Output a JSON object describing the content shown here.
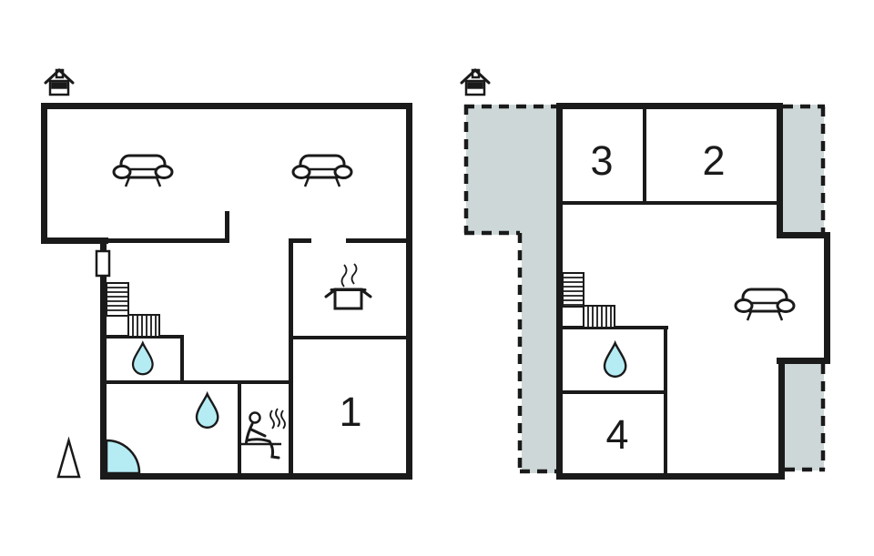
{
  "colors": {
    "wall": "#1a1a1a",
    "terrace": "#cdd7d7",
    "water": "#b5ecf4",
    "bg": "#ffffff"
  },
  "plans": {
    "left": {
      "rooms": [
        {
          "label": "1"
        }
      ],
      "icons": [
        "entrance-house-icon",
        "sofa-icon",
        "sofa-icon",
        "window-icon",
        "stairs-icon",
        "water-drop-icon",
        "water-drop-icon",
        "corner-shower-icon",
        "sauna-icon",
        "cooking-pot-icon",
        "north-triangle-icon"
      ]
    },
    "right": {
      "rooms": [
        {
          "label": "3"
        },
        {
          "label": "2"
        },
        {
          "label": "4"
        }
      ],
      "icons": [
        "entrance-house-icon",
        "stairs-icon",
        "water-drop-icon",
        "sofa-icon",
        "terrace-area",
        "terrace-area",
        "terrace-area"
      ]
    }
  }
}
